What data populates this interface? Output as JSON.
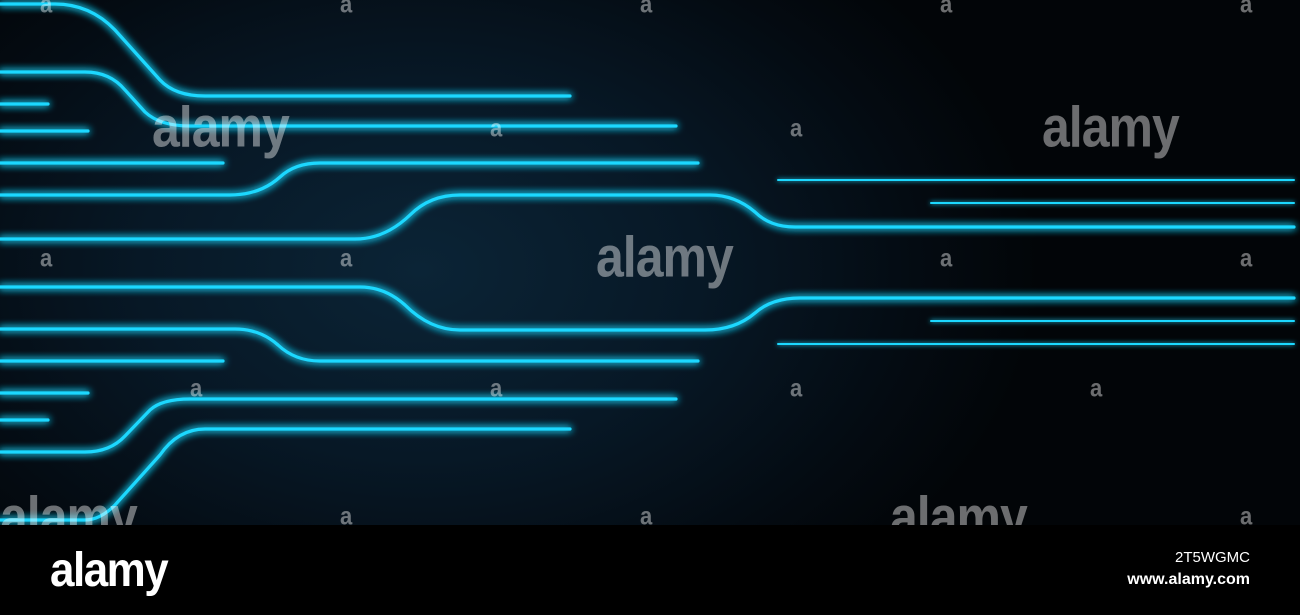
{
  "watermark": {
    "word": "alamy",
    "letter": "a"
  },
  "footer": {
    "logo": "alamy",
    "image_code": "2T5WGMC",
    "url": "www.alamy.com"
  },
  "colors": {
    "line": "#1ad6ff",
    "glow": "#0aa8ff",
    "background": "#061420"
  }
}
